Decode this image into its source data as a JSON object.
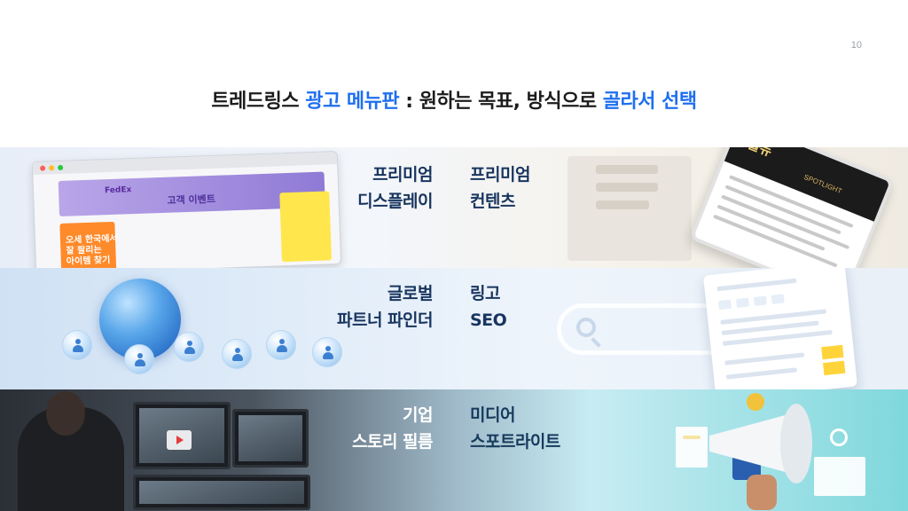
{
  "page_number": "10",
  "headline": {
    "part1": "트레드링스 ",
    "accent1": "광고 메뉴판",
    "part2": " : 원하는 목표, 방식으로 ",
    "accent2": "골라서 선택"
  },
  "bands": [
    {
      "left_label": [
        "프리미엄",
        "디스플레이"
      ],
      "right_label": [
        "프리미엄",
        "컨텐츠"
      ],
      "art": {
        "browser_brand": "FedEx",
        "browser_event": "고객 이벤트",
        "browser_promo": [
          "오세 한국에서",
          "잘 팔리는",
          "아이템 찾기"
        ],
        "phone_title": "틀뉴",
        "phone_sub": "SPOTLIGHT"
      }
    },
    {
      "left_label": [
        "글로벌",
        "파트너 파인더"
      ],
      "right_label": [
        "링고",
        "SEO"
      ]
    },
    {
      "left_label": [
        "기업",
        "스토리 필름"
      ],
      "right_label": [
        "미디어",
        "스포트라이트"
      ]
    }
  ],
  "colors": {
    "accent": "#1e6ff0",
    "label": "#18355f",
    "headline": "#1c1c1c"
  }
}
